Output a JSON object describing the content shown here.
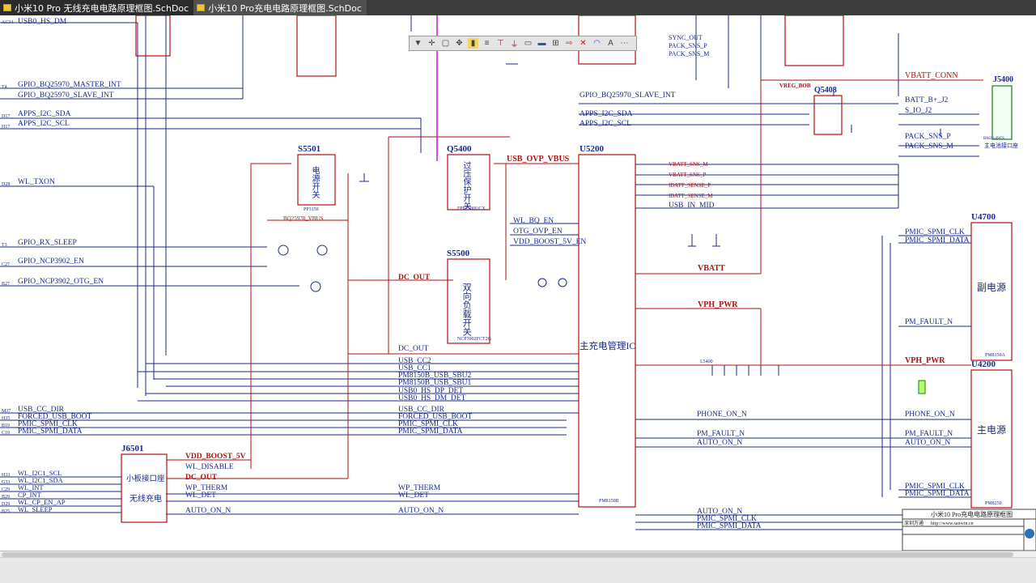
{
  "tabs": [
    {
      "label": "小米10 Pro 无线充电电路原理框图.SchDoc"
    },
    {
      "label": "小米10 Pro充电电路原理框图.SchDoc"
    }
  ],
  "toolbar": {
    "icons": [
      "filter-icon",
      "cross-icon",
      "select-rect-icon",
      "move-icon",
      "bus-icon",
      "net-label-icon",
      "power-port-icon",
      "gnd-port-icon",
      "part-icon",
      "sheet-entry-icon",
      "harness-icon",
      "port-icon",
      "directive-icon",
      "arc-icon",
      "text-icon",
      "more-icon"
    ]
  },
  "schematic": {
    "left_nets": [
      {
        "pin": "AC34",
        "name": "USB0_HS_DM"
      },
      {
        "pin": "T4",
        "name": "GPIO_BQ25970_MASTER_INT"
      },
      {
        "pin": "",
        "name": "GPIO_BQ25970_SLAVE_INT"
      },
      {
        "pin": "D17",
        "name": "APPS_I2C_SDA"
      },
      {
        "pin": "H17",
        "name": "APPS_I2C_SCL"
      },
      {
        "pin": "D28",
        "name": "WL_TXON"
      },
      {
        "pin": "T3",
        "name": "GPIO_RX_SLEEP"
      },
      {
        "pin": "C27",
        "name": "GPIO_NCP3902_EN"
      },
      {
        "pin": "B27",
        "name": "GPIO_NCP3902_OTG_EN"
      },
      {
        "pin": "M37",
        "name": "USB_CC_DIR"
      },
      {
        "pin": "H35",
        "name": "FORCED_USB_BOOT"
      },
      {
        "pin": "B19",
        "name": "PMIC_SPMI_CLK"
      },
      {
        "pin": "C19",
        "name": "PMIC_SPMI_DATA"
      },
      {
        "pin": "H33",
        "name": "WL_I2C1_SCL"
      },
      {
        "pin": "G33",
        "name": "WL_I2C1_SDA"
      },
      {
        "pin": "C29",
        "name": "WL_INT"
      },
      {
        "pin": "B29",
        "name": "CP_INT"
      },
      {
        "pin": "D29",
        "name": "WL_CP_EN_AP"
      },
      {
        "pin": "B25",
        "name": "WL_SLEEP"
      }
    ],
    "s5501": {
      "ref": "S5501",
      "title": "电源开关",
      "part": "PP3150",
      "net": "BQ25970_VBUS"
    },
    "q5400": {
      "ref": "Q5400",
      "title": "过压保护开关",
      "part": "FPF2380UCX"
    },
    "s5500": {
      "ref": "S5500",
      "title": "双向负载开关",
      "part": "NCP3902FCT2G"
    },
    "u5200": {
      "ref": "U5200",
      "title": "主充电管理IC",
      "part": "PM8150B"
    },
    "j6501": {
      "ref": "J6501",
      "title": "小板接口座",
      "subtitle": "无线充电"
    },
    "u4700": {
      "ref": "U4700",
      "title": "副电源",
      "part": "PM8150A"
    },
    "u4200": {
      "ref": "U4200",
      "title": "主电源",
      "part": "PM8250"
    },
    "q5408": {
      "ref": "Q5408",
      "net": "VREG_BOB"
    },
    "j5400": {
      "ref": "J5400",
      "title": "主电池接口座",
      "part": "BM23-4SCS"
    },
    "usb_ovp_vbus": "USB_OVP_VBUS",
    "vbatt": "VBATT",
    "vph_pwr": "VPH_PWR",
    "vbatt_conn": "VBATT_CONN",
    "dc_out": "DC_OUT",
    "mid_nets": [
      "WL_BQ_EN",
      "OTG_OVP_EN",
      "VDD_BOOST_5V_EN",
      "DC_OUT",
      "USB_CC2",
      "USB_CC1",
      "PM8150B_USB_SBU2",
      "PM8150B_USB_SBU1",
      "USB0_HS_DP_DET",
      "USB0_HS_DM_DET",
      "USB_CC_DIR",
      "FORCED_USB_BOOT",
      "PMIC_SPMI_CLK",
      "PMIC_SPMI_DATA",
      "WP_THERM",
      "WL_DET",
      "AUTO_ON_N"
    ],
    "right_nets": [
      "SYNC_OUT",
      "PACK_SNS_P",
      "PACK_SNS_M",
      "GPIO_BQ25970_SLAVE_INT",
      "APPS_I2C_SDA",
      "APPS_I2C_SCL",
      "BATT_B+_J2",
      "S_IO_J2",
      "PACK_SNS_P",
      "PACK_SNS_M",
      "VBATT_SNS_M",
      "VBATT_SNS_P",
      "IBATT_SENSE_P",
      "IBATT_SENSE_M",
      "USB_IN_MID",
      "PMIC_SPMI_CLK",
      "PMIC_SPMI_DATA",
      "PM_FAULT_N",
      "PHONE_ON_N",
      "PM_FAULT_N",
      "AUTO_ON_N",
      "PMIC_SPMI_CLK",
      "PMIC_SPMI_DATA"
    ],
    "j6501_nets": [
      "VDD_BOOST_5V",
      "WL_DISABLE",
      "DC_OUT",
      "WP_THERM",
      "WL_DET",
      "AUTO_ON_N"
    ],
    "u5200_lower_nets": [
      "PHONE_ON_N",
      "PM_FAULT_N",
      "AUTO_ON_N",
      "AUTO_ON_N",
      "PMIC_SPMI_CLK",
      "PMIC_SPMI_DATA"
    ],
    "l5400": "L5400",
    "title_block": {
      "title": "小米10 Pro充电电路原理框图",
      "company": "深圳万通",
      "url": "http://www.sanwin.cn"
    }
  }
}
